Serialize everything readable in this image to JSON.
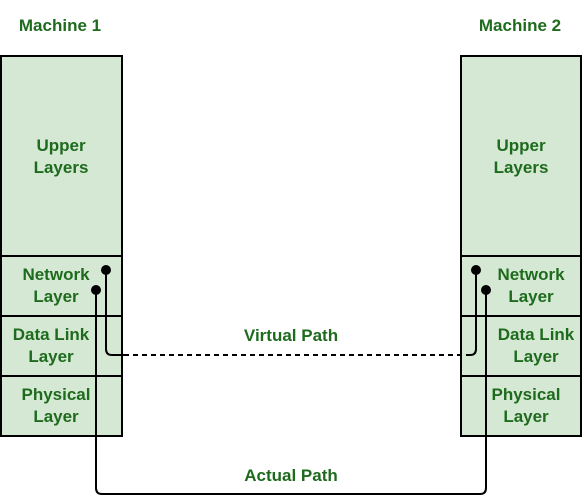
{
  "machines": [
    {
      "title": "Machine 1",
      "layers": [
        {
          "line1": "Upper",
          "line2": "Layers"
        },
        {
          "line1": "Network",
          "line2": "Layer"
        },
        {
          "line1": "Data Link",
          "line2": "Layer"
        },
        {
          "line1": "Physical",
          "line2": "Layer"
        }
      ]
    },
    {
      "title": "Machine 2",
      "layers": [
        {
          "line1": "Upper",
          "line2": "Layers"
        },
        {
          "line1": "Network",
          "line2": "Layer"
        },
        {
          "line1": "Data Link",
          "line2": "Layer"
        },
        {
          "line1": "Physical",
          "line2": "Layer"
        }
      ]
    }
  ],
  "paths": {
    "virtual": "Virtual Path",
    "actual": "Actual Path"
  },
  "colors": {
    "box_fill": "#d5e8d4",
    "text": "#1e6b1e",
    "line": "#000000"
  }
}
